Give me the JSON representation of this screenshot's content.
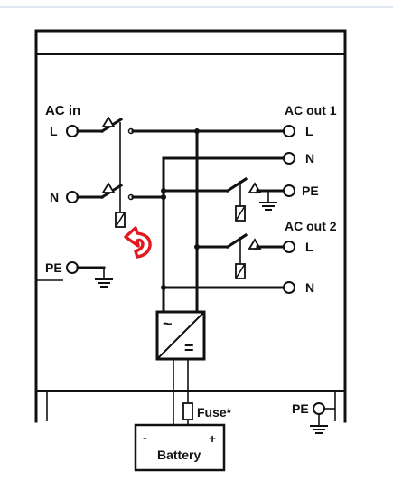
{
  "labels": {
    "ac_in": "AC in",
    "ac_in_l": "L",
    "ac_in_n": "N",
    "pe_left": "PE",
    "ac_out1": "AC out 1",
    "out1_l": "L",
    "out1_n": "N",
    "out1_pe": "PE",
    "ac_out2": "AC out 2",
    "out2_l": "L",
    "out2_n": "N",
    "fuse": "Fuse*",
    "pe_bottom": "PE",
    "battery": "Battery",
    "battery_minus": "-",
    "battery_plus": "+",
    "inverter_ac": "~",
    "inverter_dc": "="
  },
  "colors": {
    "line": "#111111",
    "arrow": "#e4191e",
    "background": "#ffffff"
  },
  "icons": {
    "arrow": "curved-arrow-icon",
    "ground": "ground-icon",
    "relay": "relay-coil-icon"
  }
}
